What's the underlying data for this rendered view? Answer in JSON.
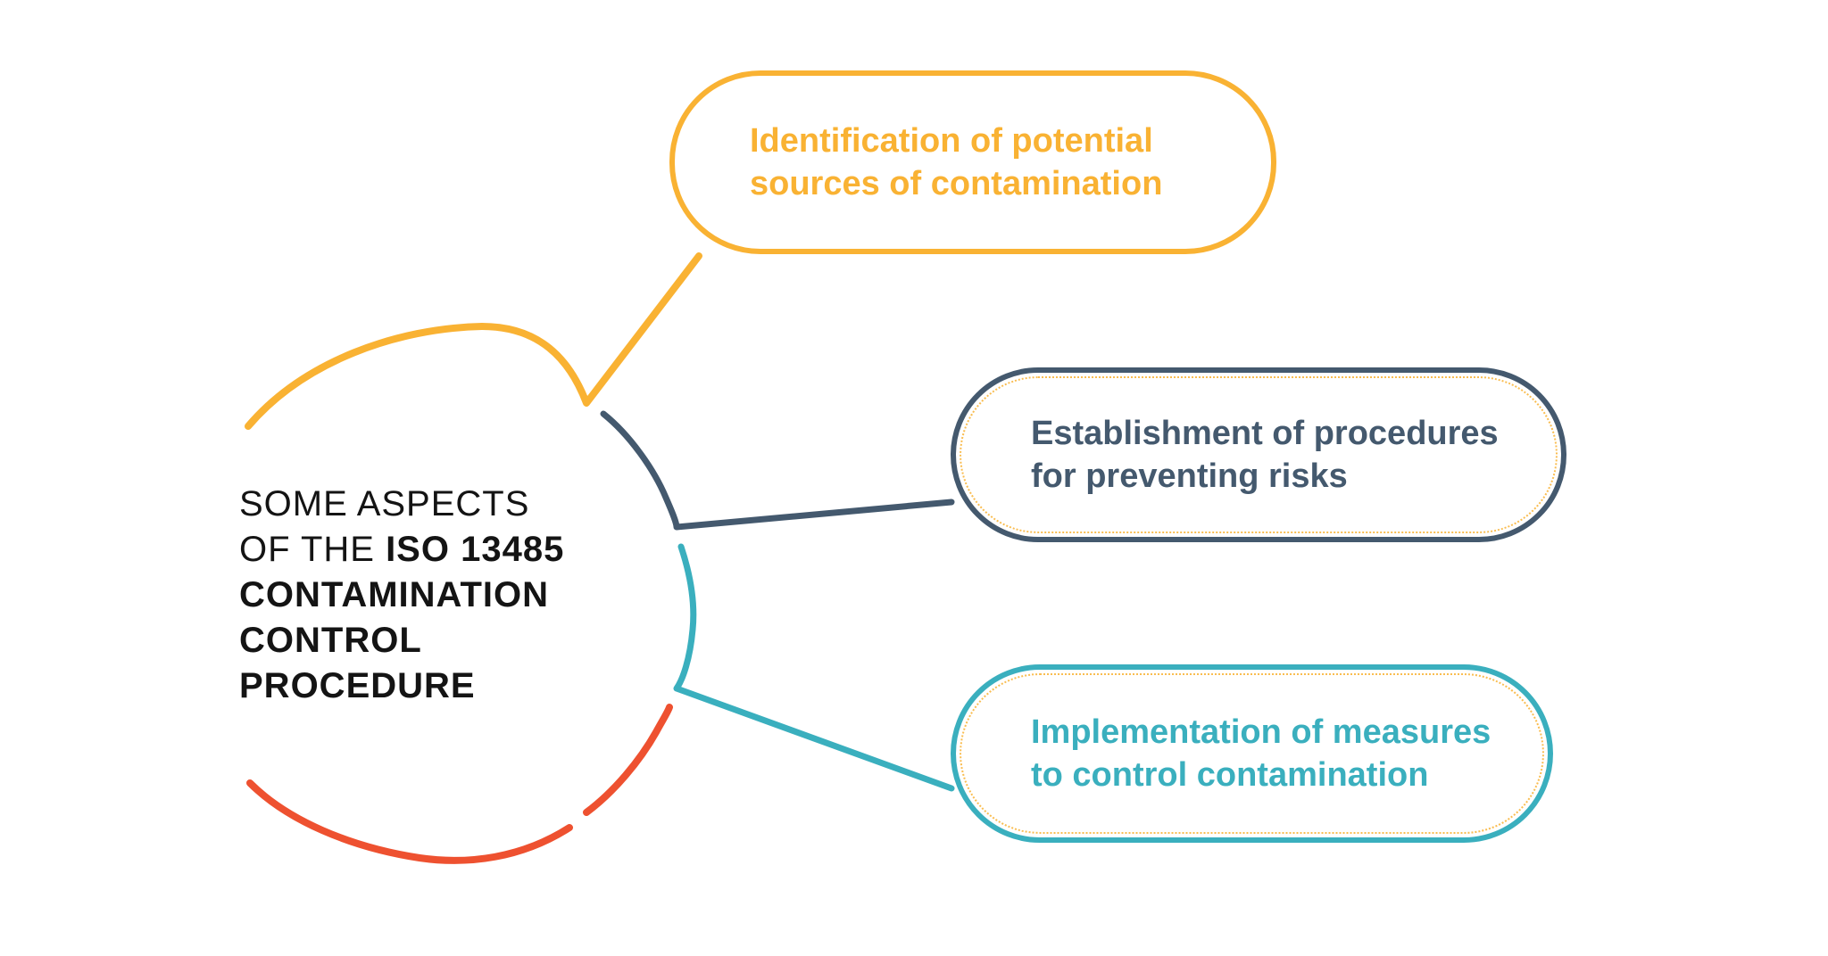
{
  "central": {
    "line1": "SOME ASPECTS",
    "line2_regular": "OF THE",
    "line2_bold": "ISO 13485",
    "line3": "CONTAMINATION",
    "line4": "CONTROL",
    "line5": "PROCEDURE"
  },
  "nodes": [
    {
      "id": "identification",
      "line1": "Identification of potential",
      "line2": "sources of contamination"
    },
    {
      "id": "establishment",
      "line1": "Establishment of procedures",
      "line2": "for preventing risks"
    },
    {
      "id": "implementation",
      "line1": "Implementation of measures",
      "line2": "to control contamination"
    }
  ],
  "colors": {
    "yellow": "#F9B233",
    "slate": "#44596E",
    "teal": "#3AAFBE",
    "red": "#EE5130",
    "text_dark": "#141414",
    "background": "#FFFFFF"
  }
}
